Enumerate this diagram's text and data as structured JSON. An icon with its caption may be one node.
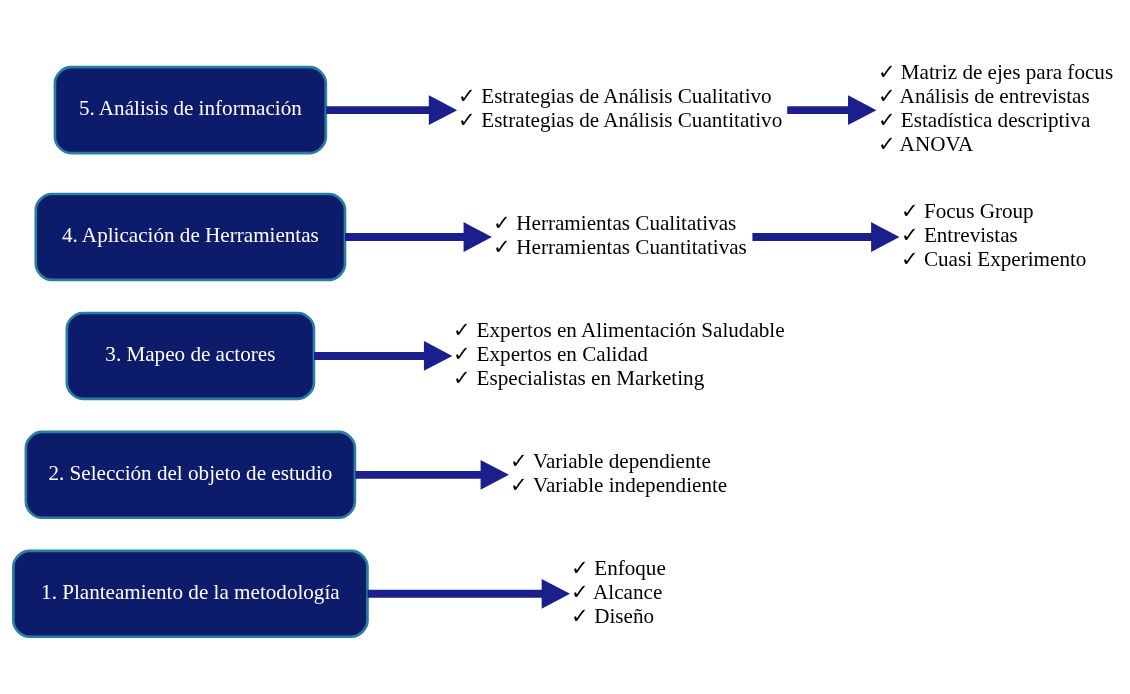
{
  "diagram": {
    "nodes": [
      {
        "text": [
          "1. Planteamiento de la metodología"
        ]
      },
      {
        "text": [
          "✓ Enfoque",
          "✓ Alcance",
          "✓ Diseño"
        ]
      },
      {
        "text": [
          "2. Selección del objeto de estudio"
        ]
      },
      {
        "text": [
          "✓ Variable dependiente",
          "✓ Variable independiente"
        ]
      },
      {
        "text": [
          "3. Mapeo de actores"
        ]
      },
      {
        "text": [
          "✓ Expertos en Alimentación Saludable",
          "✓ Expertos en Calidad",
          "✓ Especialistas en Marketing"
        ]
      },
      {
        "text": [
          "4. Aplicación de Herramientas"
        ]
      },
      {
        "text": [
          "✓ Herramientas Cualitativas",
          "✓ Herramientas Cuantitativas"
        ]
      },
      {
        "text": [
          "✓ Focus Group",
          "✓ Entrevistas",
          "✓ Cuasi Experimento"
        ]
      },
      {
        "text": [
          "5. Análisis de información"
        ]
      },
      {
        "text": [
          "✓ Estrategias de Análisis Cualitativo",
          "✓ Estrategias de Análisis Cuantitativo"
        ]
      },
      {
        "text": [
          "✓ Matriz de ejes para focus",
          "✓ Análisis de entrevistas",
          "✓ Estadística descriptiva",
          "✓ ANOVA"
        ]
      }
    ],
    "edges": [
      {
        "from": 0,
        "to": 1,
        "arrow": "to"
      },
      {
        "from": 2,
        "to": 3,
        "arrow": "to"
      },
      {
        "from": 4,
        "to": 5,
        "arrow": "to"
      },
      {
        "from": 6,
        "to": 7,
        "arrow": "to"
      },
      {
        "from": 7,
        "to": 8,
        "arrow": "to"
      },
      {
        "from": 9,
        "to": 10,
        "arrow": "to"
      },
      {
        "from": 10,
        "to": 11,
        "arrow": "to"
      }
    ]
  }
}
